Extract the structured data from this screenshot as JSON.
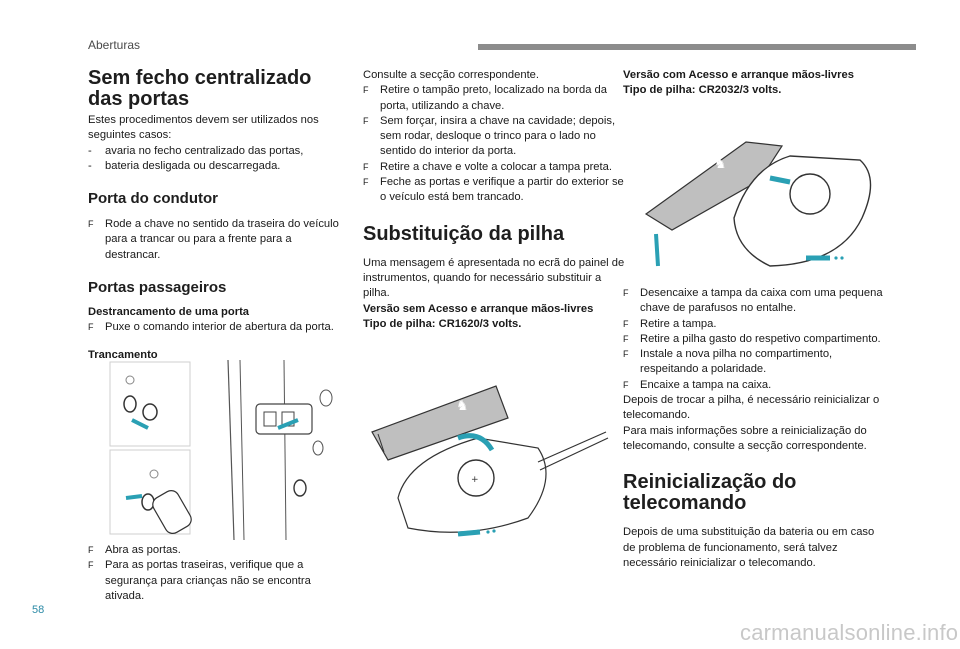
{
  "header": {
    "section": "Aberturas"
  },
  "page_number": "58",
  "watermark": "carmanualsonline.info",
  "bullet_glyph": "F",
  "col1": {
    "title": "Sem fecho centralizado das portas",
    "intro": "Estes procedimentos devem ser utilizados nos seguintes casos:",
    "cases": [
      "avaria no fecho centralizado das portas,",
      "bateria desligada ou descarregada."
    ],
    "driver_title": "Porta do condutor",
    "driver_step": "Rode a chave no sentido da traseira do veículo para a trancar ou para a frente para a destrancar.",
    "passenger_title": "Portas passageiros",
    "unlock_title": "Destrancamento de uma porta",
    "unlock_step": "Puxe o comando interior de abertura da porta.",
    "lock_title": "Trancamento",
    "lock_steps": [
      "Abra as portas.",
      "Para as portas traseiras, verifique que a segurança para crianças não se encontra ativada."
    ]
  },
  "col2": {
    "steps": [
      "Consulte a secção correspondente.",
      "Retire o tampão preto, localizado na borda da porta, utilizando a chave.",
      "Sem forçar, insira a chave na cavidade; depois, sem rodar, desloque o trinco para o lado no sentido do interior da porta.",
      "Retire a chave e volte a colocar a tampa preta.",
      "Feche as portas e verifique a partir do exterior se o veículo está bem trancado."
    ],
    "battery_title": "Substituição da pilha",
    "battery_intro": "Uma mensagem é apresentada no ecrã do painel de instrumentos, quando for necessário substituir a pilha.",
    "version1_line1": "Versão sem Acesso e arranque mãos-livres",
    "version1_line2": "Tipo de pilha: CR1620/3 volts."
  },
  "col3": {
    "version2_line1": "Versão com Acesso e arranque mãos-livres",
    "version2_line2": "Tipo de pilha: CR2032/3 volts.",
    "steps": [
      "Desencaixe a tampa da caixa com uma pequena chave de parafusos no entalhe.",
      "Retire a tampa.",
      "Retire a pilha gasto do respetivo compartimento.",
      "Instale a nova pilha no compartimento, respeitando a polaridade.",
      "Encaixe a tampa na caixa."
    ],
    "after_text": "Depois de trocar a pilha, é necessário reinicializar o telecomando.",
    "more_info": "Para mais informações sobre a reinicialização do telecomando, consulte a secção correspondente.",
    "reset_title": "Reinicialização do telecomando",
    "reset_text": "Depois de uma substituição da bateria ou em caso de problema de funcionamento, será talvez necessário reinicializar o telecomando."
  },
  "colors": {
    "accent_arrow": "#2aa0b4",
    "page_number": "#2b8aa6",
    "header_bar": "#8c8c8c"
  }
}
